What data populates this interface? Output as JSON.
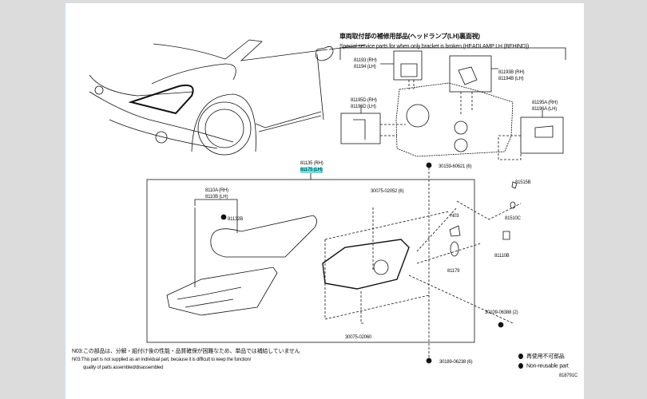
{
  "header": {
    "title_jp": "車両取付部の補修用部品(ヘッドランプ(LH)裏面視)",
    "title_en": "Special service parts for when only bracket is broken.(HEADLAMP LH (BEHIND))"
  },
  "bracket_parts": [
    {
      "rh": "81193 (RH)",
      "lh": "81194 (LH)"
    },
    {
      "rh": "81193B (RH)",
      "lh": "81194B (LH)"
    },
    {
      "rh": "81195D (RH)",
      "lh": "81196D (LH)"
    },
    {
      "rh": "81195A (RH)",
      "lh": "81196A (LH)"
    }
  ],
  "assembly": {
    "rh": "81135 (RH)",
    "lh": "81175 (LH)"
  },
  "parts": {
    "lens_rh": "8110A (RH)",
    "lens_lh": "8110B (LH)",
    "gasket": "81132B",
    "screw_top": "30075-02052 (6)",
    "screw_bottom": "30075-02060",
    "bolt_top": "30159-60621 (6)",
    "bolt_bottom": "30189-06238 (6)",
    "screw_right": "30109-06388 (2)",
    "n03": "N03",
    "cap": "81179",
    "bulb": "81110B",
    "socket": "81510C",
    "bulb2": "81515B"
  },
  "notes": {
    "jp": "N03:この部品は、分解・組付け後の性能・品質確保が困難なため、単品では補給していません",
    "en_line1": "N03:This part is not supplied as an individual part, because it is difficult to keep the function/",
    "en_line2": "quality of parts assembled/disassembled"
  },
  "legend": {
    "jp": "再使用不可部品",
    "en": "Non-reusable part"
  },
  "figure_id": "818791C",
  "colors": {
    "highlight": "#5ee6e6",
    "background": "#dcdcdc"
  }
}
